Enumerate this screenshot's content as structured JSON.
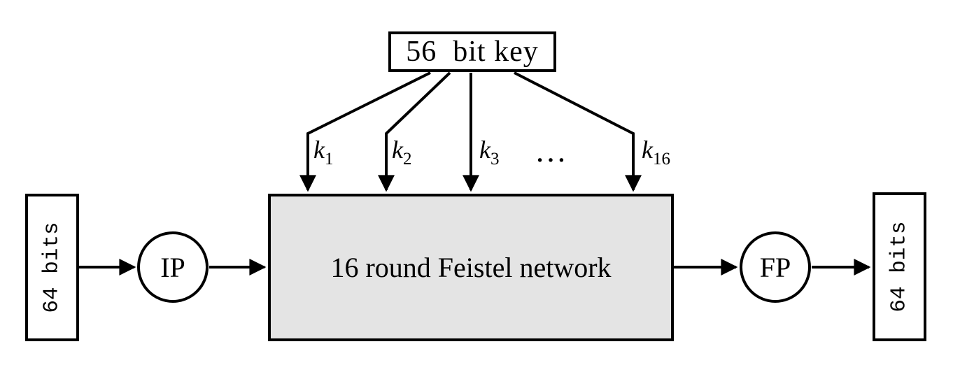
{
  "diagram": {
    "background": "#ffffff",
    "stroke_color": "#000000",
    "key_box": {
      "label": "56  bit key"
    },
    "subkeys": [
      {
        "base": "k",
        "sub": "1"
      },
      {
        "base": "k",
        "sub": "2"
      },
      {
        "base": "k",
        "sub": "3"
      },
      {
        "base": "k",
        "sub": "16"
      }
    ],
    "subkey_ellipsis": "…",
    "input_box": {
      "label": "64 bits"
    },
    "ip_node": {
      "label": "IP"
    },
    "feistel_box": {
      "label": "16 round Feistel network",
      "fill": "#e4e4e4"
    },
    "fp_node": {
      "label": "FP"
    },
    "output_box": {
      "label": "64 bits"
    }
  }
}
